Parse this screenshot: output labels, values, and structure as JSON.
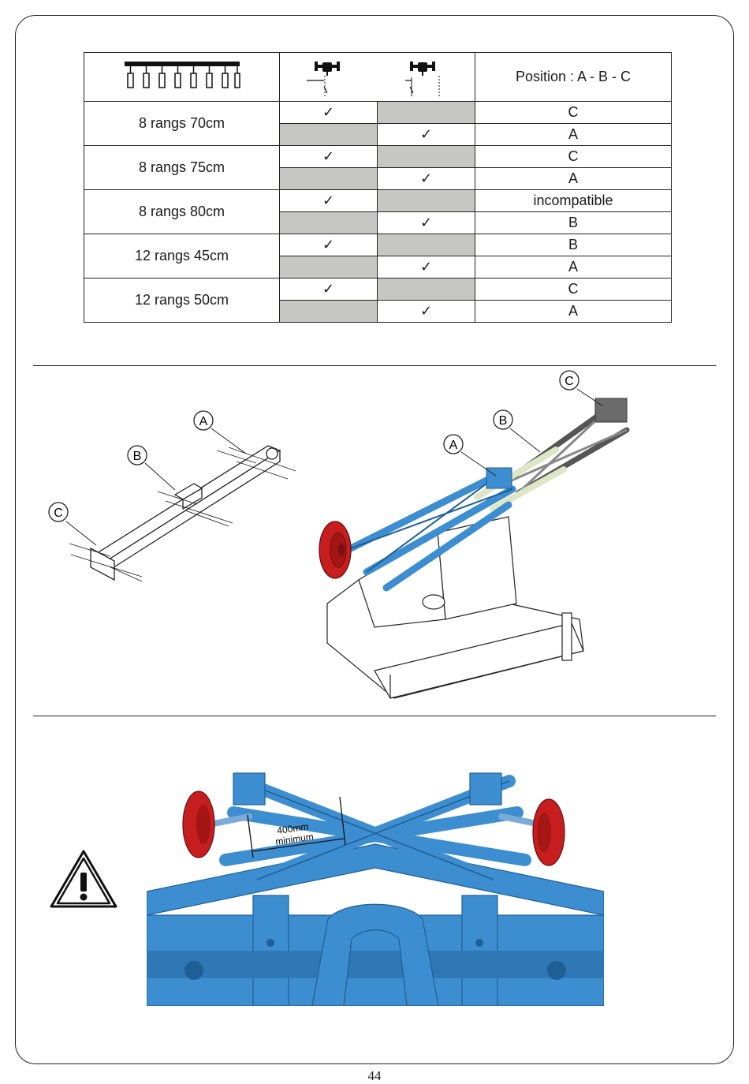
{
  "table": {
    "position_header": "Position : A - B - C",
    "check_symbol": "✓",
    "rows": [
      {
        "config": "8 rangs 70cm",
        "pos1": "C",
        "pos2": "A"
      },
      {
        "config": "8 rangs 75cm",
        "pos1": "C",
        "pos2": "A"
      },
      {
        "config": "8 rangs 80cm",
        "pos1": "incompatible",
        "pos2": "B"
      },
      {
        "config": "12 rangs 45cm",
        "pos1": "B",
        "pos2": "A"
      },
      {
        "config": "12 rangs 50cm",
        "pos1": "C",
        "pos2": "A"
      }
    ]
  },
  "figure_beam": {
    "labels": [
      "A",
      "B",
      "C"
    ]
  },
  "figure_arms": {
    "labels": [
      "A",
      "B",
      "C"
    ]
  },
  "figure_markers": {
    "dimension_value": "400mm",
    "dimension_text": "minimum"
  },
  "colors": {
    "frame_blue": "#3d8ed0",
    "disc_red": "#c61e1e",
    "shade_gray": "#c6c6c4"
  },
  "icons": [
    "toolbar-row-icon",
    "inner-offset-icon",
    "outer-offset-icon",
    "warning-icon"
  ],
  "page_number": "44"
}
